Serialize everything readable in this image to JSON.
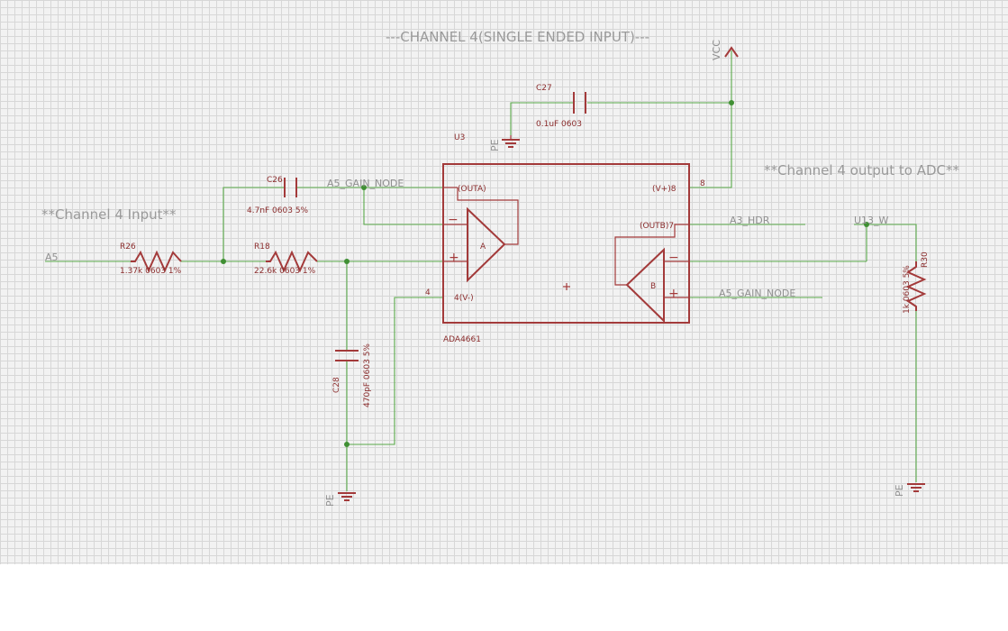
{
  "title": "---CHANNEL 4(SINGLE ENDED INPUT)---",
  "notes": {
    "input": "**Channel 4 Input**",
    "output": "**Channel 4 output to ADC**"
  },
  "nets": {
    "a5": "A5",
    "gain_node_top": "A5_GAIN_NODE",
    "gain_node_b": "A5_GAIN_NODE",
    "a3_hdr": "A3_HDR",
    "u13_w": "U13_W"
  },
  "supplies": {
    "vcc": "VCC",
    "pe": "PE"
  },
  "parts": {
    "r26": {
      "name": "R26",
      "value": "1.37k 0603 1%"
    },
    "r18": {
      "name": "R18",
      "value": "22.6k 0603 1%"
    },
    "r30": {
      "name": "R30",
      "value": "1k 0603 5%"
    },
    "c26": {
      "name": "C26",
      "value": "4.7nF 0603 5%"
    },
    "c27": {
      "name": "C27",
      "value": "0.1uF 0603"
    },
    "c28": {
      "name": "C28",
      "value": "470pF 0603 5%"
    },
    "u3": {
      "name": "U3",
      "value": "ADA4661",
      "pin_outa": "(OUTA)",
      "pin_vplus": "(V+)8",
      "pin_outb": "(OUTB)7",
      "pin_vminus": "4(V-)",
      "pin8": "8",
      "pin4": "4",
      "amp_a": "A",
      "amp_b": "B",
      "minus": "−",
      "plus": "+"
    }
  }
}
